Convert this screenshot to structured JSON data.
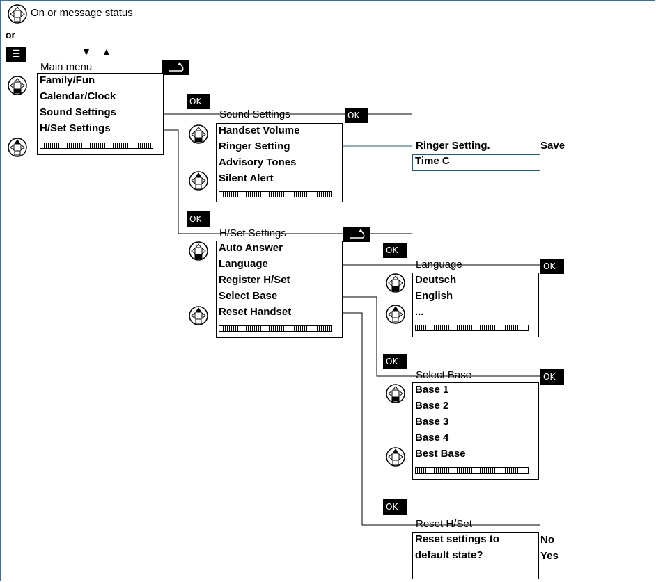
{
  "top": {
    "status_label": "On or message status",
    "or_label": "or",
    "menu_key_glyph": "☰",
    "arrow_down": "▼",
    "arrow_up": "▲"
  },
  "softkeys": {
    "ok_label": "OK"
  },
  "main_menu": {
    "title": "Main menu",
    "items": [
      "Family/Fun",
      "Calendar/Clock",
      "Sound Settings",
      "H/Set Settings"
    ]
  },
  "sound_settings": {
    "title": "Sound Settings",
    "items": [
      "Handset Volume",
      "Ringer Setting",
      "Advisory Tones",
      "Silent Alert"
    ]
  },
  "ringer": {
    "title": "Ringer Setting.",
    "save_label": "Save",
    "value": "Time C"
  },
  "hset_settings": {
    "title": "H/Set Settings",
    "items": [
      "Auto Answer",
      "Language",
      "Register H/Set",
      "Select Base",
      "Reset Handset"
    ]
  },
  "language": {
    "title": "Language",
    "items": [
      "Deutsch",
      "English",
      "..."
    ]
  },
  "select_base": {
    "title": "Select Base",
    "items": [
      "Base 1",
      "Base 2",
      "Base 3",
      "Base 4",
      "Best Base"
    ]
  },
  "reset": {
    "title": "Reset H/Set",
    "line1": "Reset settings to",
    "line2": "default state?",
    "no_label": "No",
    "yes_label": "Yes"
  },
  "icons": {
    "nav": "nav-key-icon",
    "menu": "menu-key-icon",
    "back": "back-key-icon",
    "ok": "ok-key-icon"
  }
}
